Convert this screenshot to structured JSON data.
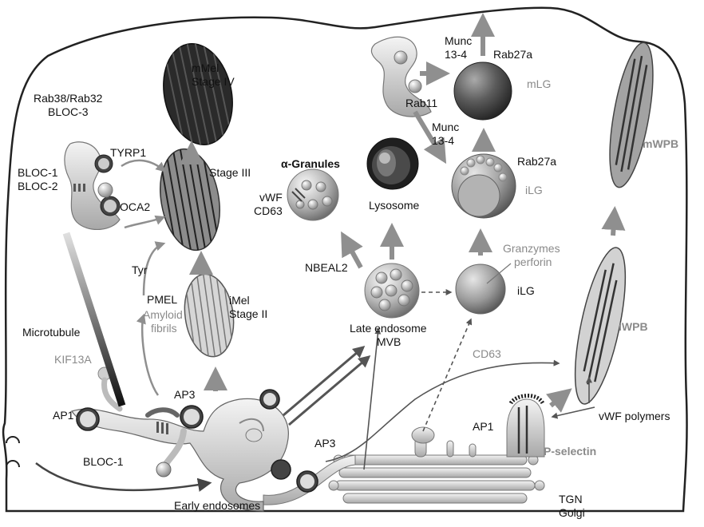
{
  "colors": {
    "black_label": "#111111",
    "gray_label": "#8a8a8a",
    "organelle": "#b9b9b9",
    "arrow": "#8f8f8f",
    "dark": "#333333"
  },
  "labels": {
    "mmel": "mMel",
    "stage_iv": "Stage IV",
    "rab38": "Rab38/Rab32",
    "bloc3": "BLOC-3",
    "bloc1_top": "BLOC-1",
    "bloc2": "BLOC-2",
    "tyrp1": "TYRP1",
    "oca2": "OCA2",
    "stage_iii": "Stage III",
    "tyr": "Tyr",
    "pmel": "PMEL",
    "amyloid": "Amyloid",
    "fibrils": "fibrils",
    "imel": "iMel",
    "stage_ii": "Stage II",
    "microtubule": "Microtubule",
    "kif13a": "KIF13A",
    "ap1_left": "AP1",
    "ap3_top": "AP3",
    "bloc1_bottom": "BLOC-1",
    "early_endosomes": "Early endosomes",
    "alpha_granules": "α-Granules",
    "vwf": "vWF",
    "cd63_left": "CD63",
    "nbeal2": "NBEAL2",
    "lysosome": "Lysosome",
    "late_endosome": "Late endosome",
    "mvb": "MVB",
    "ap3_bottom": "AP3",
    "munc_top_1": "Munc",
    "munc_top_2": "13-4",
    "rab27a_top": "Rab27a",
    "mlg": "mLG",
    "rab11": "Rab11",
    "munc_mid_1": "Munc",
    "munc_mid_2": "13-4",
    "rab27a_mid": "Rab27a",
    "ilg_gray": "iLG",
    "granzymes": "Granzymes",
    "perforin": "perforin",
    "ilg_black": "iLG",
    "cd63_right": "CD63",
    "mwpb": "mWPB",
    "iwpb": "iWPB",
    "vwf_polymers": "vWF polymers",
    "ap1_right": "AP1",
    "p_selectin": "P-selectin",
    "tgn": "TGN",
    "golgi": "Golgi"
  }
}
